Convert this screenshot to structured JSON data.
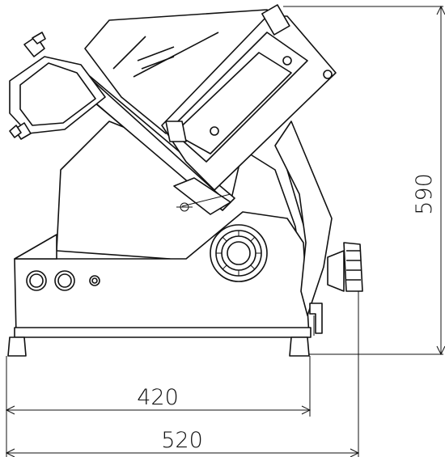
{
  "dimensions": {
    "height_label": "590",
    "depth_label": "420",
    "width_label": "520"
  },
  "colors": {
    "line": "#111111",
    "background": "#ffffff",
    "shade": "#777777"
  },
  "icons": [
    "knob-icon",
    "handle-icon",
    "motor-hub-icon",
    "switch-icon"
  ]
}
